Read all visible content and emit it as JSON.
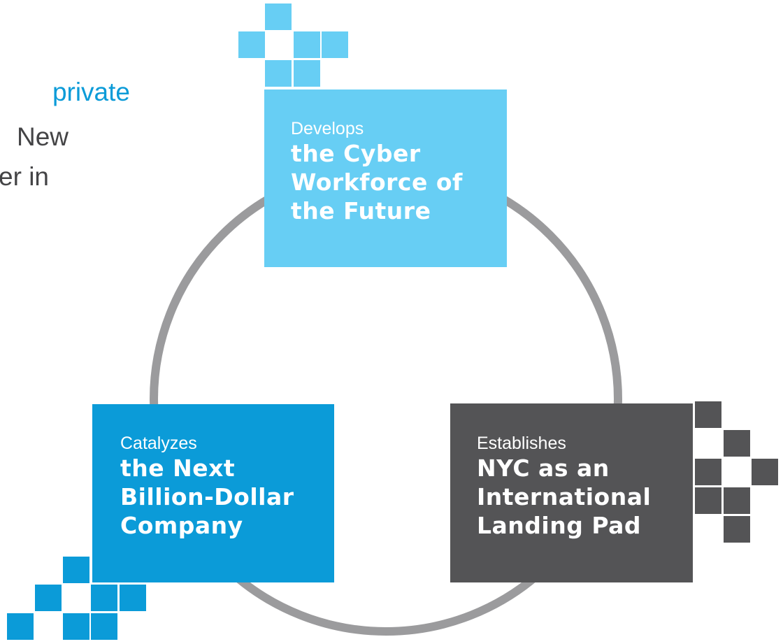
{
  "intro": {
    "line1": "private",
    "line2": "New",
    "line3": "er in"
  },
  "colors": {
    "light_blue": "#67cef4",
    "blue": "#0b9bd8",
    "dark_gray": "#545456",
    "ring": "#9b9b9d"
  },
  "nodes": [
    {
      "lead": "Develops",
      "lines": [
        "the Cyber",
        "Workforce of",
        "the Future"
      ]
    },
    {
      "lead": "Catalyzes",
      "lines": [
        "the Next",
        "Billion-Dollar",
        "Company"
      ]
    },
    {
      "lead": "Establishes",
      "lines": [
        "NYC as an",
        "International",
        "Landing Pad"
      ]
    }
  ]
}
